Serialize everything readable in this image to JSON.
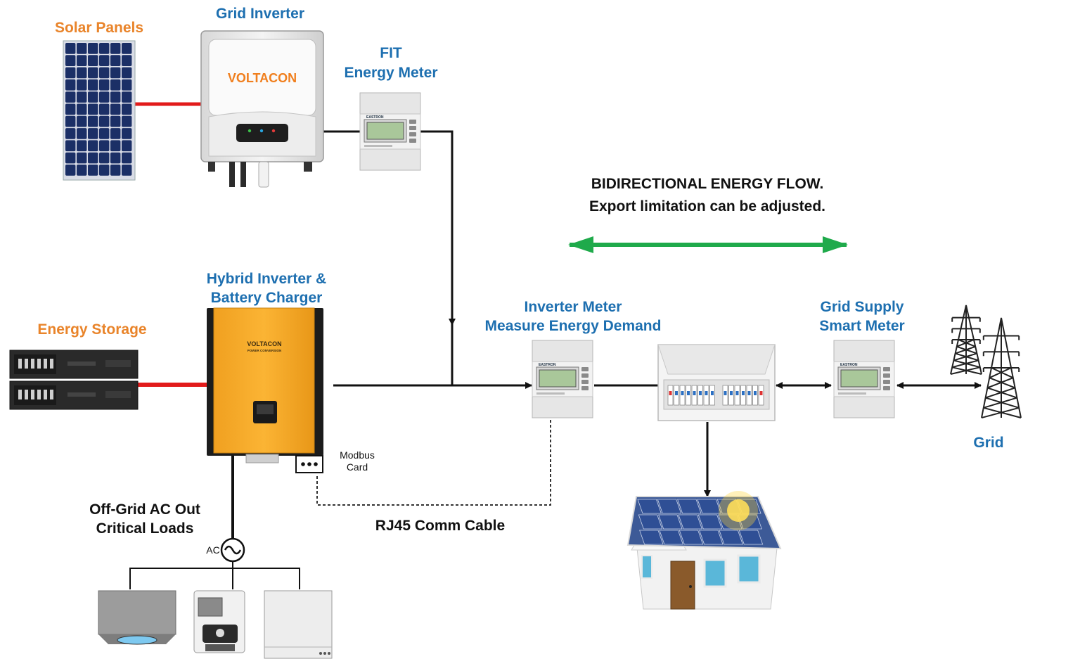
{
  "labels": {
    "solar_panels": "Solar Panels",
    "grid_inverter": "Grid Inverter",
    "fit_line1": "FIT",
    "fit_line2": "Energy Meter",
    "bidir_line1": "BIDIRECTIONAL ENERGY FLOW.",
    "bidir_line2": "Export limitation can be adjusted.",
    "hybrid_line1": "Hybrid Inverter &",
    "hybrid_line2": "Battery Charger",
    "energy_storage": "Energy Storage",
    "inv_meter_line1": "Inverter Meter",
    "inv_meter_line2": "Measure Energy Demand",
    "grid_supply_line1": "Grid Supply",
    "grid_supply_line2": "Smart Meter",
    "grid": "Grid",
    "modbus_line1": "Modbus",
    "modbus_line2": "Card",
    "rj45": "RJ45 Comm Cable",
    "offgrid_line1": "Off-Grid AC Out",
    "offgrid_line2": "Critical Loads",
    "ac": "AC"
  },
  "brands": {
    "grid_inverter": "VOLTACON",
    "hybrid_inverter": "VOLTACON",
    "hybrid_inverter_sub": "POWER CONVERSION",
    "meter": "EASTRON"
  },
  "colors": {
    "label_blue": "#1d6fb0",
    "label_orange": "#e9842a",
    "dc_cable": "#e21b1b",
    "bidirectional_arrow": "#1faa4b",
    "hybrid_body": "#f5a623",
    "solar_cell": "#1b2f66"
  },
  "icons": [
    "solar-panel-icon",
    "grid-inverter-icon",
    "energy-meter-icon",
    "hybrid-inverter-icon",
    "battery-icon",
    "consumer-unit-icon",
    "house-icon",
    "pylon-icon",
    "ac-source-icon",
    "cooker-hood-icon",
    "coffee-machine-icon",
    "appliance-icon"
  ]
}
